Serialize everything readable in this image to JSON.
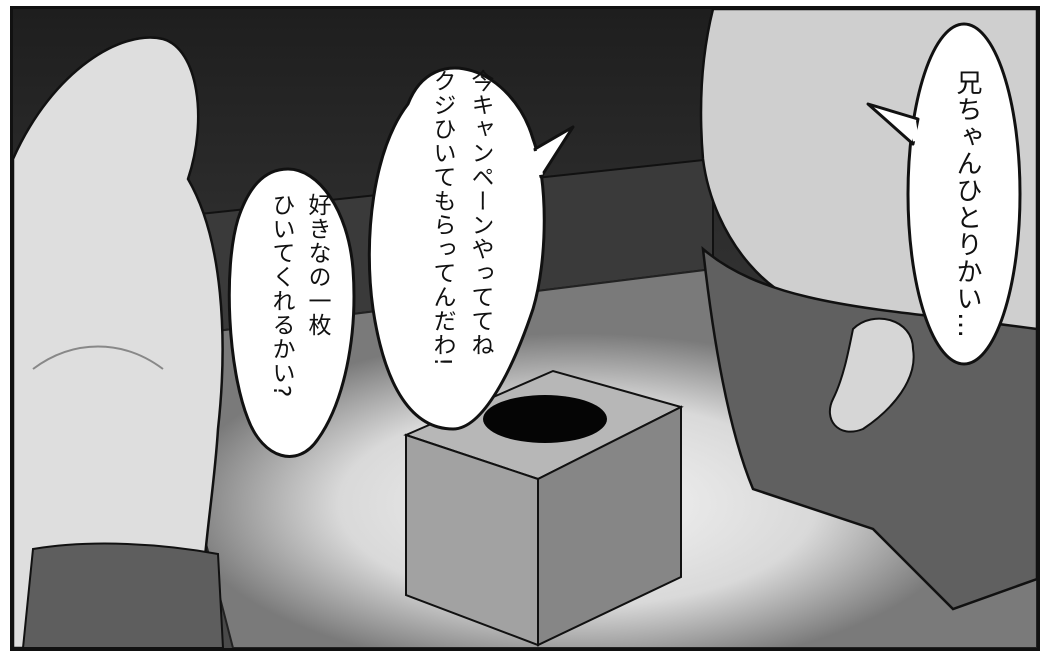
{
  "speech_bubbles": [
    {
      "id": "bubble-right",
      "lines": [
        "兄ちゃんひとりかい…"
      ]
    },
    {
      "id": "bubble-center",
      "lines": [
        "今キャンペーンやっててね",
        "クジひいてもらってんだわ!"
      ]
    },
    {
      "id": "bubble-left",
      "lines": [
        "好きなの一枚",
        "ひいてくれるかい?"
      ]
    }
  ],
  "scene": {
    "colors": {
      "background_dark": "#2a2a2a",
      "wall": "#3c3c3c",
      "table": "#c9c9c9",
      "box_front": "#9a9a9a",
      "box_side": "#7e7e7e",
      "box_top": "#b4b4b4",
      "skin": "#d8d8d8",
      "shirt": "#c4c4c4",
      "pants": "#5a5a5a"
    }
  }
}
